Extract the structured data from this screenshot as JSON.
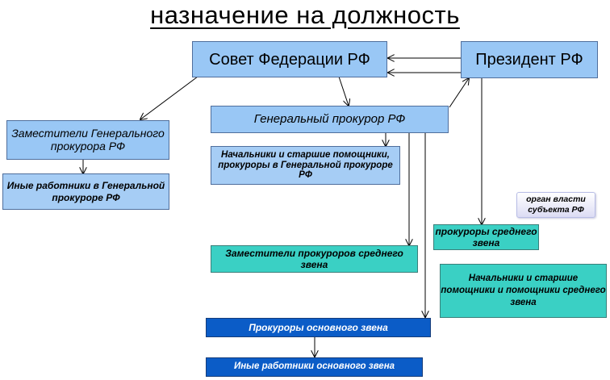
{
  "title": "назначение на должность",
  "nodes": {
    "sovet": "Совет Федерации РФ",
    "president": "Президент РФ",
    "genprok": "Генеральный прокурор РФ",
    "zamgen": "Заместители Генерального прокурора РФ",
    "inye_gp": "Иные работники в Генеральной прокуроре  РФ",
    "nach_gp": "Начальники и старшие помощники, прокуроры в Генеральной прокуроре  РФ",
    "organ": "орган власти субъекта РФ",
    "prok_sred": "прокуроры среднего звена",
    "zam_sred": "Заместители прокуроров среднего звена",
    "nach_sred": "Начальники и старшие помощники и помощники среднего звена",
    "prok_osn": "Прокуроры основного звена",
    "inye_osn": "Иные работники основного звена"
  }
}
